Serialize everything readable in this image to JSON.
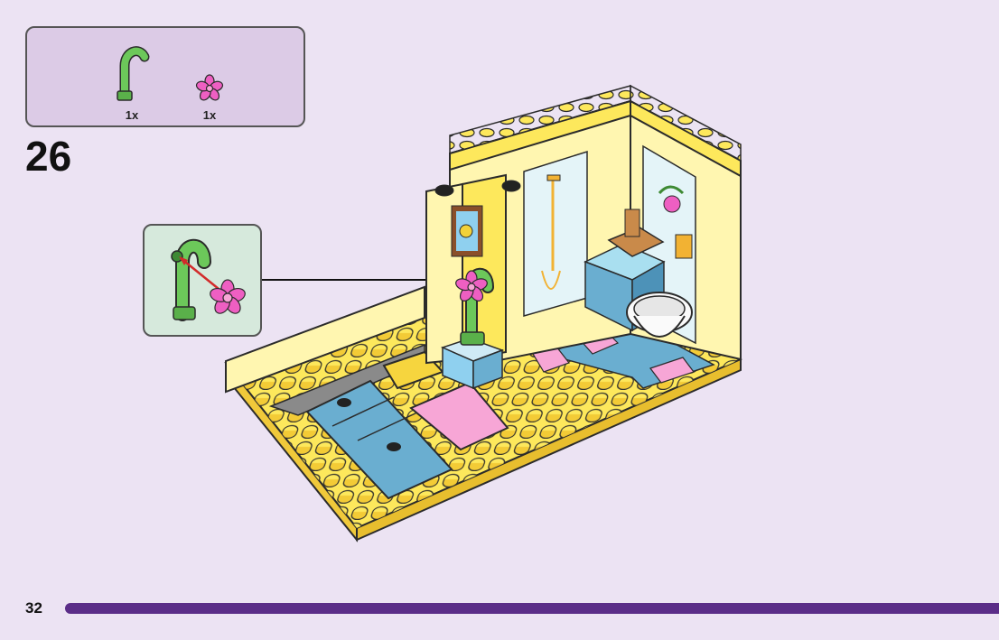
{
  "parts_list": {
    "items": [
      {
        "icon": "curved-stem-icon",
        "quantity": "1x",
        "color": "#6cc85a"
      },
      {
        "icon": "flower-icon",
        "quantity": "1x",
        "color": "#ee5fc2"
      }
    ]
  },
  "step": {
    "number": "26"
  },
  "page": {
    "number": "32"
  },
  "colors": {
    "page_background": "#ece3f3",
    "parts_box": "#dccbe6",
    "callout_box": "#d6e9dc",
    "brick_yellow": "#fde85c",
    "tile_blue": "#6aaed0",
    "tile_pink": "#f7a6d6",
    "footer_bar": "#5b2d88"
  }
}
